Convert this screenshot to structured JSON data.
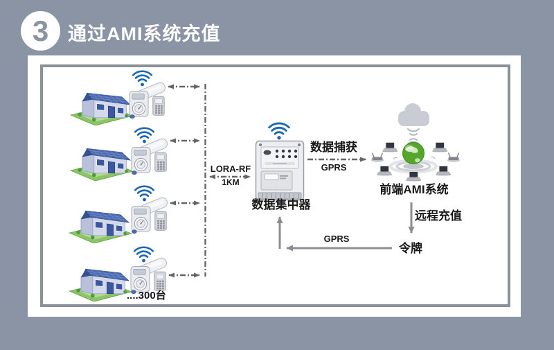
{
  "header": {
    "step_number": "3",
    "title": "通过AMI系统充值"
  },
  "diagram": {
    "house_rows": 4,
    "meters_count_label": "....300台",
    "labels": {
      "lora": "LORA-RF",
      "lora_distance": "1KM",
      "data_capture": "数据捕获",
      "gprs_uplink": "GPRS",
      "concentrator": "数据集中器",
      "ami_system": "前端AMI系统",
      "remote_recharge": "远程充值",
      "token": "令牌",
      "gprs_downlink": "GPRS"
    },
    "icons": {
      "house": "house-icon",
      "smart_meter": "smart-meter-icon",
      "wifi": "wifi-icon",
      "concentrator": "concentrator-device-icon",
      "cloud": "cloud-icon",
      "globe": "globe-icon",
      "laptop": "laptop-icon",
      "router": "router-icon"
    }
  },
  "colors": {
    "background": "#8A94A4",
    "panel": "#FFFFFF",
    "frame": "#8B9199",
    "title_text": "#FFFFFF",
    "badge_bg": "#FFFFFF",
    "badge_text": "#8A94A4",
    "diagram_text": "#1A1A1A",
    "wifi_blue": "#1866B4",
    "roof_blue": "#4A6AB0",
    "grass_green": "#8CC567",
    "globe_green": "#55A62A",
    "dashed_arrow": "#666666",
    "solid_arrow": "#8B8E92"
  }
}
